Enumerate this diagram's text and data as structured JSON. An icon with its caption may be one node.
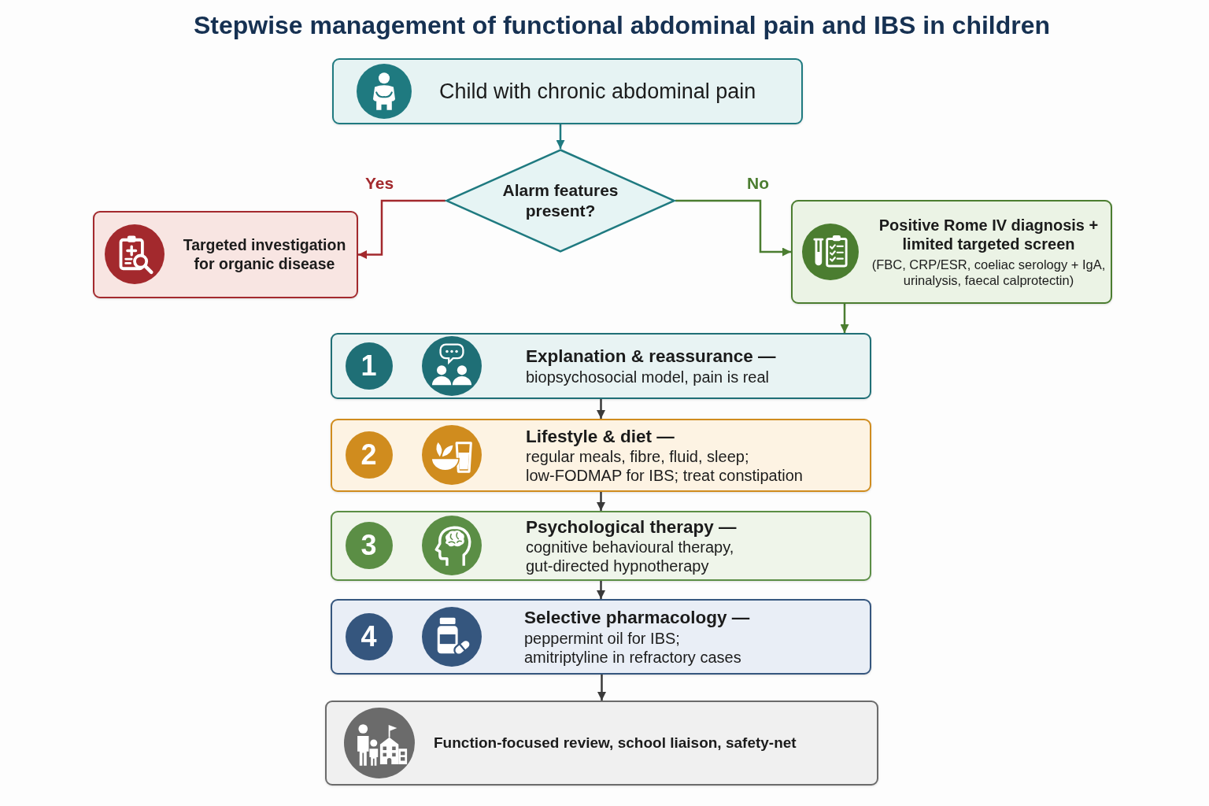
{
  "diagram": {
    "title": "Stepwise management of functional abdominal pain and IBS in children",
    "nodes": [
      {
        "text": [
          "Child with chronic abdominal pain"
        ]
      },
      {
        "text": [
          "Alarm features present?"
        ]
      },
      {
        "text": [
          "Targeted investigation for organic disease"
        ]
      },
      {
        "text": [
          "Positive Rome IV diagnosis + limited targeted screen",
          "(FBC, CRP/ESR, coeliac serology + IgA, urinalysis, faecal calprotectin)"
        ]
      },
      {
        "text": [
          "1",
          "Explanation & reassurance —",
          "biopsychosocial model, pain is real"
        ]
      },
      {
        "text": [
          "2",
          "Lifestyle & diet —",
          "regular meals, fibre, fluid, sleep; low-FODMAP for IBS; treat constipation"
        ]
      },
      {
        "text": [
          "3",
          "Psychological therapy —",
          "cognitive behavioural therapy, gut-directed hypnotherapy"
        ]
      },
      {
        "text": [
          "4",
          "Selective pharmacology —",
          "peppermint oil for IBS; amitriptyline in refractory cases"
        ]
      },
      {
        "text": [
          "Function-focused review, school liaison, safety-net"
        ]
      }
    ],
    "edges": [
      {
        "from": 0,
        "to": 1,
        "arrow": "to",
        "color": "#1f7a80"
      },
      {
        "from": 1,
        "to": 2,
        "arrow": "to",
        "label": "Yes",
        "color": "#a3292d"
      },
      {
        "from": 1,
        "to": 3,
        "arrow": "to",
        "label": "No",
        "color": "#4b7d30"
      },
      {
        "from": 3,
        "to": 4,
        "arrow": "to",
        "color": "#4b7d30"
      },
      {
        "from": 4,
        "to": 5,
        "arrow": "to"
      },
      {
        "from": 5,
        "to": 6,
        "arrow": "to"
      },
      {
        "from": 6,
        "to": 7,
        "arrow": "to"
      },
      {
        "from": 7,
        "to": 8,
        "arrow": "to"
      }
    ]
  }
}
